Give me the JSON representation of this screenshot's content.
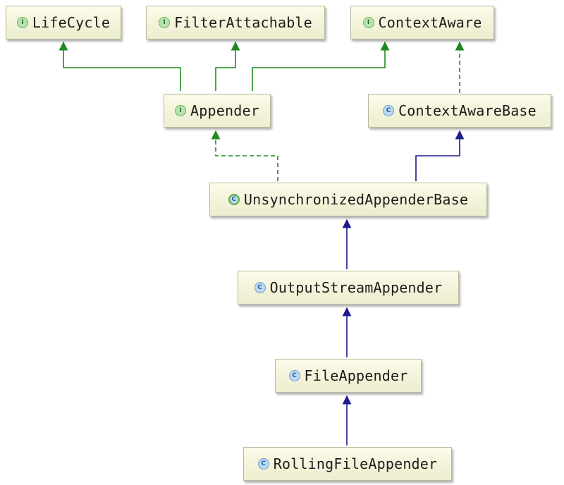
{
  "nodes": {
    "lifecycle": {
      "label": "LifeCycle",
      "kind": "interface",
      "badge": "I"
    },
    "filter_attachable": {
      "label": "FilterAttachable",
      "kind": "interface",
      "badge": "I"
    },
    "context_aware": {
      "label": "ContextAware",
      "kind": "interface",
      "badge": "I"
    },
    "appender": {
      "label": "Appender",
      "kind": "interface",
      "badge": "I"
    },
    "context_aware_base": {
      "label": "ContextAwareBase",
      "kind": "class",
      "badge": "C"
    },
    "unsync_appender_base": {
      "label": "UnsynchronizedAppenderBase",
      "kind": "abstract",
      "badge": "C"
    },
    "output_stream_appender": {
      "label": "OutputStreamAppender",
      "kind": "class",
      "badge": "C"
    },
    "file_appender": {
      "label": "FileAppender",
      "kind": "class",
      "badge": "C"
    },
    "rolling_file_appender": {
      "label": "RollingFileAppender",
      "kind": "class",
      "badge": "C"
    }
  },
  "colors": {
    "interface_link": "#1f8a1f",
    "class_link": "#1c1c8c",
    "interface_badge": "#b8e3b0",
    "class_badge": "#bcd9f2"
  }
}
